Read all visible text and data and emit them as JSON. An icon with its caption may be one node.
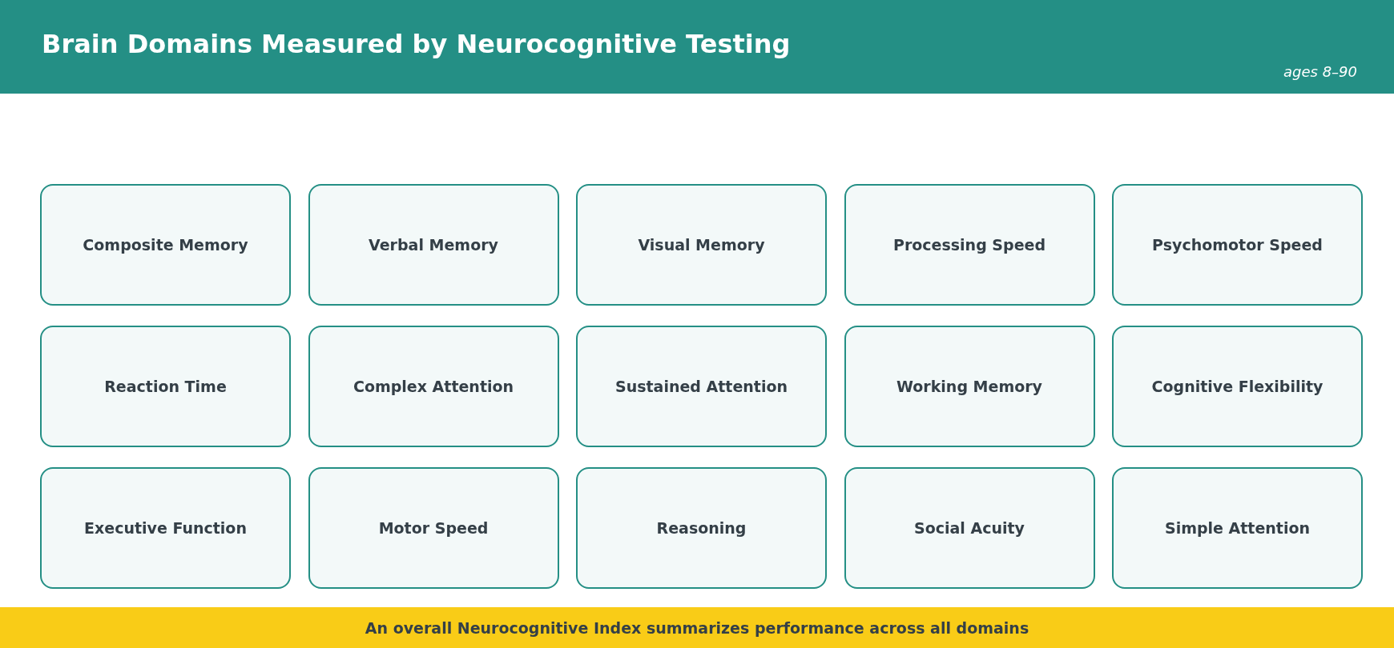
{
  "diagram": {
    "title": "Brain Domains Measured by Neurocognitive Testing",
    "nodes": [
      {
        "text": [
          "Composite Memory"
        ]
      },
      {
        "text": [
          "Verbal Memory"
        ]
      },
      {
        "text": [
          "Visual Memory"
        ]
      },
      {
        "text": [
          "Processing Speed"
        ]
      },
      {
        "text": [
          "Psychomotor Speed"
        ]
      },
      {
        "text": [
          "Reaction Time"
        ]
      },
      {
        "text": [
          "Complex Attention"
        ]
      },
      {
        "text": [
          "Sustained Attention"
        ]
      },
      {
        "text": [
          "Working Memory"
        ]
      },
      {
        "text": [
          "Cognitive Flexibility"
        ]
      },
      {
        "text": [
          "Executive Function"
        ]
      },
      {
        "text": [
          "Motor Speed"
        ]
      },
      {
        "text": [
          "Reasoning"
        ]
      },
      {
        "text": [
          "Social Acuity"
        ]
      },
      {
        "text": [
          "Simple Attention"
        ]
      }
    ],
    "labels": [
      "ages 8–90"
    ],
    "caption": "An overall Neurocognitive Index summarizes performance across all domains"
  }
}
